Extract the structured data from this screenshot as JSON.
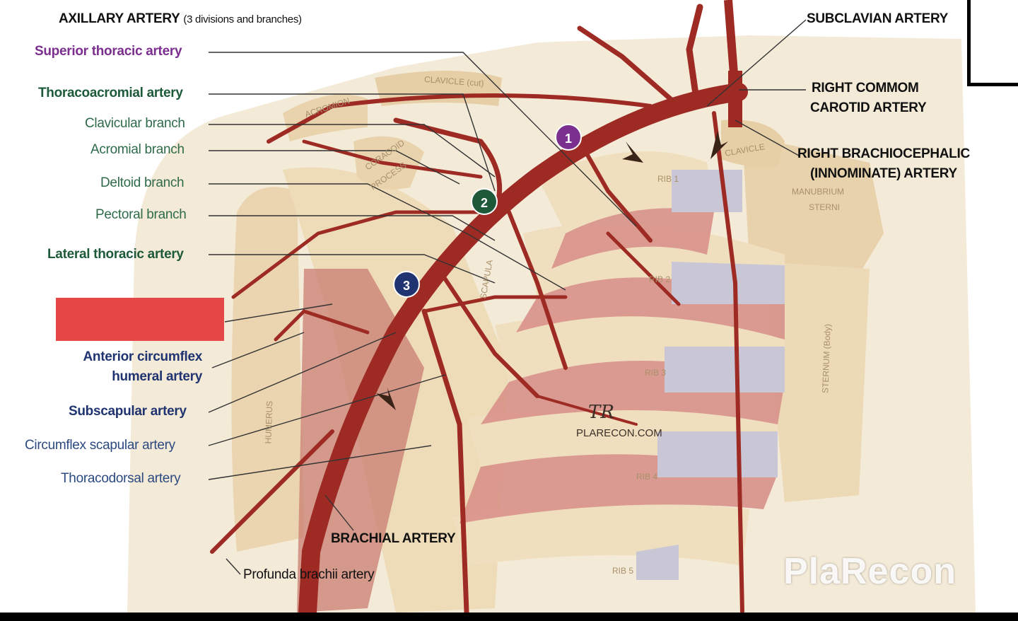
{
  "title": {
    "main": "AXILLARY ARTERY",
    "sub": "(3 divisions and branches)"
  },
  "labels_left": {
    "superior_thoracic": "Superior thoracic artery",
    "thoracoacromial": "Thoracoacromial artery",
    "clavicular": "Clavicular branch",
    "acromial": "Acromial branch",
    "deltoid": "Deltoid branch",
    "pectoral": "Pectoral branch",
    "lateral_thoracic": "Lateral thoracic artery",
    "ant_circumflex_1": "Anterior circumflex",
    "ant_circumflex_2": "humeral artery",
    "subscapular": "Subscapular artery",
    "circumflex_scapular": "Circumflex scapular artery",
    "thoracodorsal": "Thoracodorsal artery"
  },
  "labels_right": {
    "subclavian": "SUBCLAVIAN ARTERY",
    "carotid_1": "RIGHT COMMOM",
    "carotid_2": "CAROTID ARTERY",
    "brachiocephalic_1": "RIGHT BRACHIOCEPHALIC",
    "brachiocephalic_2": "(INNOMINATE) ARTERY"
  },
  "labels_bottom": {
    "brachial": "BRACHIAL ARTERY",
    "profunda": "Profunda brachii artery"
  },
  "bones": {
    "clavicle_left": "CLAVICLE (cut)",
    "clavicle_right": "CLAVICLE",
    "acromion": "ACROMION",
    "coracoid_1": "CORACOID",
    "coracoid_2": "PROCESS",
    "scapula": "SCAPULA",
    "humerus": "HUMERUS",
    "manubrium_1": "MANUBRIUM",
    "manubrium_2": "STERNI",
    "sternum": "STERNUM (Body)",
    "rib1": "RIB 1",
    "rib2": "RIB 2",
    "rib3": "RIB 3",
    "rib4": "RIB 4",
    "rib5": "RIB 5"
  },
  "divisions": [
    "1",
    "2",
    "3"
  ],
  "watermark": "PlaRecon",
  "site": "PLARECON.COM",
  "colors": {
    "artery": "#9e2a24",
    "bone": "#efdcbc",
    "muscle": "#d8918a",
    "division1": "#7b2f8e",
    "division2": "#1e5a3a",
    "division3": "#1f3470",
    "redbox": "#e64848"
  }
}
